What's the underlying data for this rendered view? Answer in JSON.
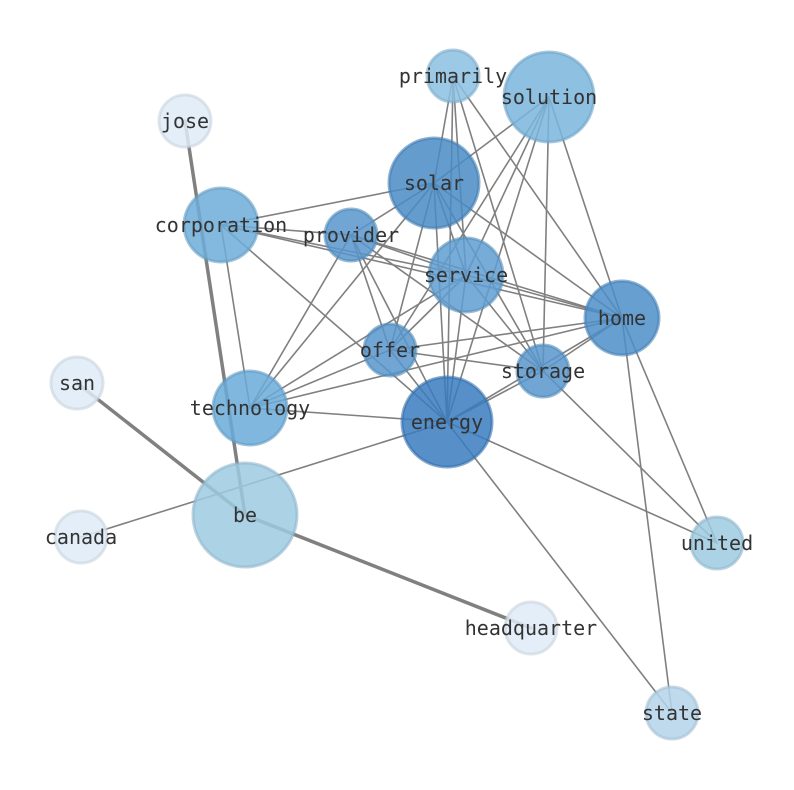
{
  "graph": {
    "nodes": [
      {
        "id": "primarily",
        "label": "primarily",
        "color": "#8bbfe0"
      },
      {
        "id": "solution",
        "label": "solution",
        "color": "#7ab5dd"
      },
      {
        "id": "jose",
        "label": "jose",
        "color": "#deebf7"
      },
      {
        "id": "solar",
        "label": "solar",
        "color": "#4a8bc6"
      },
      {
        "id": "corporation",
        "label": "corporation",
        "color": "#6fadd9"
      },
      {
        "id": "provider",
        "label": "provider",
        "color": "#5897cc"
      },
      {
        "id": "service",
        "label": "service",
        "color": "#5e9dd0"
      },
      {
        "id": "home",
        "label": "home",
        "color": "#4b8ec8"
      },
      {
        "id": "offer",
        "label": "offer",
        "color": "#5897cc"
      },
      {
        "id": "storage",
        "label": "storage",
        "color": "#5897cc"
      },
      {
        "id": "san",
        "label": "san",
        "color": "#deebf7"
      },
      {
        "id": "technology",
        "label": "technology",
        "color": "#6aaad8"
      },
      {
        "id": "energy",
        "label": "energy",
        "color": "#3a7bbf"
      },
      {
        "id": "canada",
        "label": "canada",
        "color": "#deebf7"
      },
      {
        "id": "be",
        "label": "be",
        "color": "#9ecae1"
      },
      {
        "id": "united",
        "label": "united",
        "color": "#9ecae1"
      },
      {
        "id": "headquarter",
        "label": "headquarter",
        "color": "#deebf7"
      },
      {
        "id": "state",
        "label": "state",
        "color": "#b5d4ea"
      }
    ],
    "edges": [
      [
        "primarily",
        "solar"
      ],
      [
        "primarily",
        "service"
      ],
      [
        "primarily",
        "energy"
      ],
      [
        "primarily",
        "home"
      ],
      [
        "primarily",
        "storage"
      ],
      [
        "solution",
        "solar"
      ],
      [
        "solution",
        "service"
      ],
      [
        "solution",
        "energy"
      ],
      [
        "solution",
        "home"
      ],
      [
        "solution",
        "storage"
      ],
      [
        "solution",
        "offer"
      ],
      [
        "solar",
        "corporation"
      ],
      [
        "solar",
        "provider"
      ],
      [
        "solar",
        "service"
      ],
      [
        "solar",
        "offer"
      ],
      [
        "solar",
        "technology"
      ],
      [
        "solar",
        "energy"
      ],
      [
        "solar",
        "storage"
      ],
      [
        "solar",
        "home"
      ],
      [
        "corporation",
        "service"
      ],
      [
        "corporation",
        "home"
      ],
      [
        "corporation",
        "technology"
      ],
      [
        "corporation",
        "energy"
      ],
      [
        "corporation",
        "provider"
      ],
      [
        "provider",
        "service"
      ],
      [
        "provider",
        "offer"
      ],
      [
        "provider",
        "technology"
      ],
      [
        "provider",
        "energy"
      ],
      [
        "provider",
        "storage"
      ],
      [
        "provider",
        "home"
      ],
      [
        "service",
        "offer"
      ],
      [
        "service",
        "energy"
      ],
      [
        "service",
        "storage"
      ],
      [
        "service",
        "home"
      ],
      [
        "service",
        "technology"
      ],
      [
        "home",
        "offer"
      ],
      [
        "home",
        "storage"
      ],
      [
        "home",
        "energy"
      ],
      [
        "home",
        "united"
      ],
      [
        "home",
        "state"
      ],
      [
        "home",
        "technology"
      ],
      [
        "offer",
        "technology"
      ],
      [
        "offer",
        "energy"
      ],
      [
        "offer",
        "storage"
      ],
      [
        "storage",
        "energy"
      ],
      [
        "storage",
        "united"
      ],
      [
        "technology",
        "energy"
      ],
      [
        "energy",
        "canada"
      ],
      [
        "energy",
        "united"
      ],
      [
        "energy",
        "state"
      ],
      [
        "jose",
        "be"
      ],
      [
        "san",
        "be"
      ],
      [
        "be",
        "headquarter"
      ]
    ],
    "thick_edges": [
      [
        "jose",
        "be"
      ],
      [
        "san",
        "be"
      ],
      [
        "be",
        "headquarter"
      ]
    ]
  }
}
